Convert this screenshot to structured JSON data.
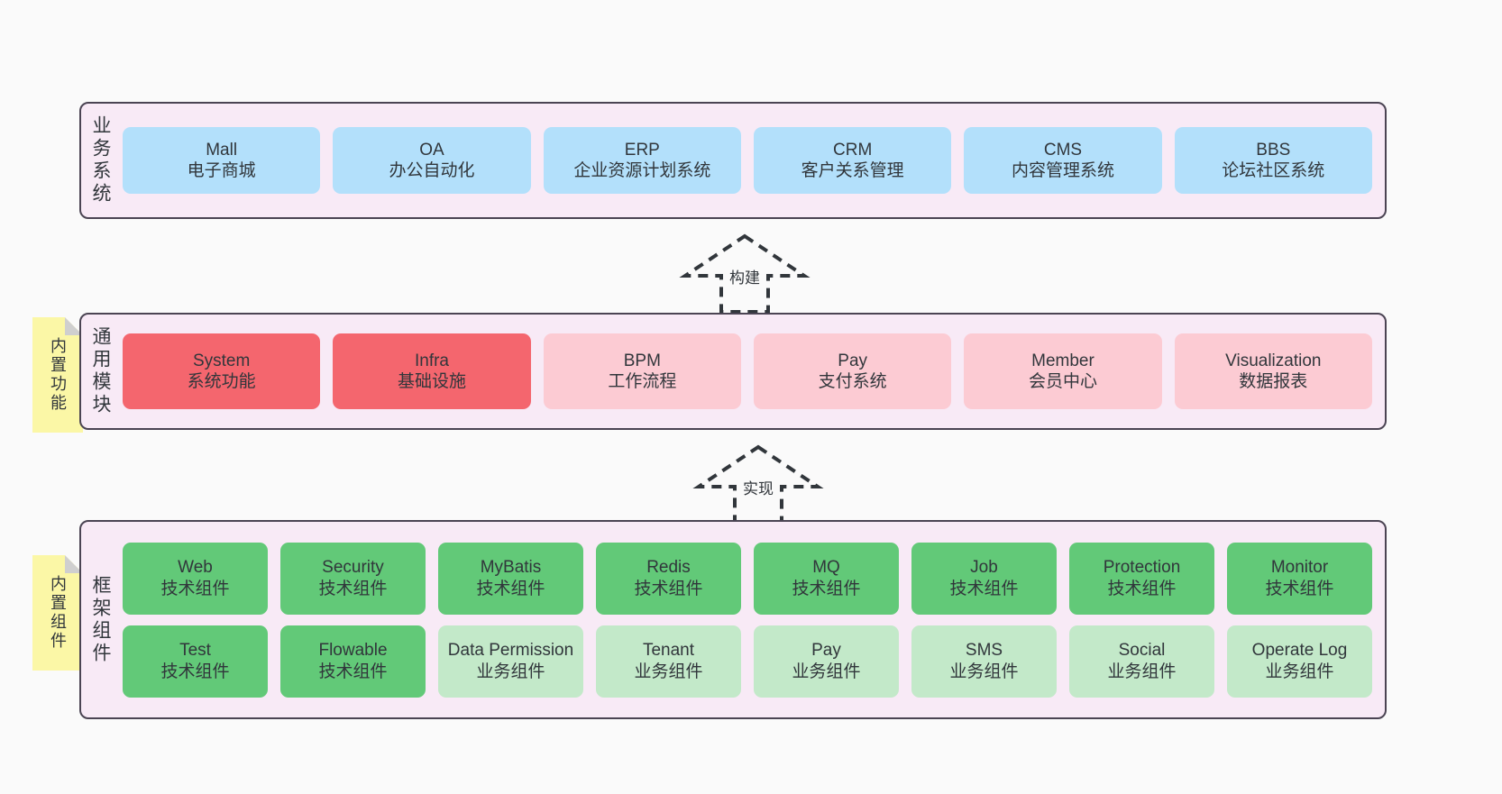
{
  "layers": [
    {
      "id": "business",
      "title": "业务系统",
      "note": null,
      "rows": [
        {
          "cards": [
            {
              "en": "Mall",
              "cn": "电子商城",
              "style": "blue"
            },
            {
              "en": "OA",
              "cn": "办公自动化",
              "style": "blue"
            },
            {
              "en": "ERP",
              "cn": "企业资源计划系统",
              "style": "blue"
            },
            {
              "en": "CRM",
              "cn": "客户关系管理",
              "style": "blue"
            },
            {
              "en": "CMS",
              "cn": "内容管理系统",
              "style": "blue"
            },
            {
              "en": "BBS",
              "cn": "论坛社区系统",
              "style": "blue"
            }
          ]
        }
      ]
    },
    {
      "id": "modules",
      "title": "通用模块",
      "note": "内置功能",
      "rows": [
        {
          "cards": [
            {
              "en": "System",
              "cn": "系统功能",
              "style": "red"
            },
            {
              "en": "Infra",
              "cn": "基础设施",
              "style": "red"
            },
            {
              "en": "BPM",
              "cn": "工作流程",
              "style": "pink"
            },
            {
              "en": "Pay",
              "cn": "支付系统",
              "style": "pink"
            },
            {
              "en": "Member",
              "cn": "会员中心",
              "style": "pink"
            },
            {
              "en": "Visualization",
              "cn": "数据报表",
              "style": "pink"
            }
          ]
        }
      ]
    },
    {
      "id": "framework",
      "title": "框架组件",
      "note": "内置组件",
      "rows": [
        {
          "cards": [
            {
              "en": "Web",
              "cn": "技术组件",
              "style": "green"
            },
            {
              "en": "Security",
              "cn": "技术组件",
              "style": "green"
            },
            {
              "en": "MyBatis",
              "cn": "技术组件",
              "style": "green"
            },
            {
              "en": "Redis",
              "cn": "技术组件",
              "style": "green"
            },
            {
              "en": "MQ",
              "cn": "技术组件",
              "style": "green"
            },
            {
              "en": "Job",
              "cn": "技术组件",
              "style": "green"
            },
            {
              "en": "Protection",
              "cn": "技术组件",
              "style": "green"
            },
            {
              "en": "Monitor",
              "cn": "技术组件",
              "style": "green"
            }
          ]
        },
        {
          "cards": [
            {
              "en": "Test",
              "cn": "技术组件",
              "style": "green"
            },
            {
              "en": "Flowable",
              "cn": "技术组件",
              "style": "green"
            },
            {
              "en": "Data Permission",
              "cn": "业务组件",
              "style": "mint"
            },
            {
              "en": "Tenant",
              "cn": "业务组件",
              "style": "mint"
            },
            {
              "en": "Pay",
              "cn": "业务组件",
              "style": "mint"
            },
            {
              "en": "SMS",
              "cn": "业务组件",
              "style": "mint"
            },
            {
              "en": "Social",
              "cn": "业务组件",
              "style": "mint"
            },
            {
              "en": "Operate Log",
              "cn": "业务组件",
              "style": "mint"
            }
          ]
        }
      ]
    }
  ],
  "arrows": [
    {
      "id": "build",
      "label": "构建"
    },
    {
      "id": "impl",
      "label": "实现"
    }
  ],
  "colors": {
    "canvas": "#fafafa",
    "band_fill": "#f8eaf6",
    "band_border": "#4b4453",
    "blue": "#b3e0fb",
    "red": "#f4666e",
    "pink": "#fccbd3",
    "green": "#62c978",
    "mint": "#c3e9c9",
    "note_fill": "#fbf7a6",
    "note_fold": "#cfcfcf",
    "text": "#31363b"
  }
}
